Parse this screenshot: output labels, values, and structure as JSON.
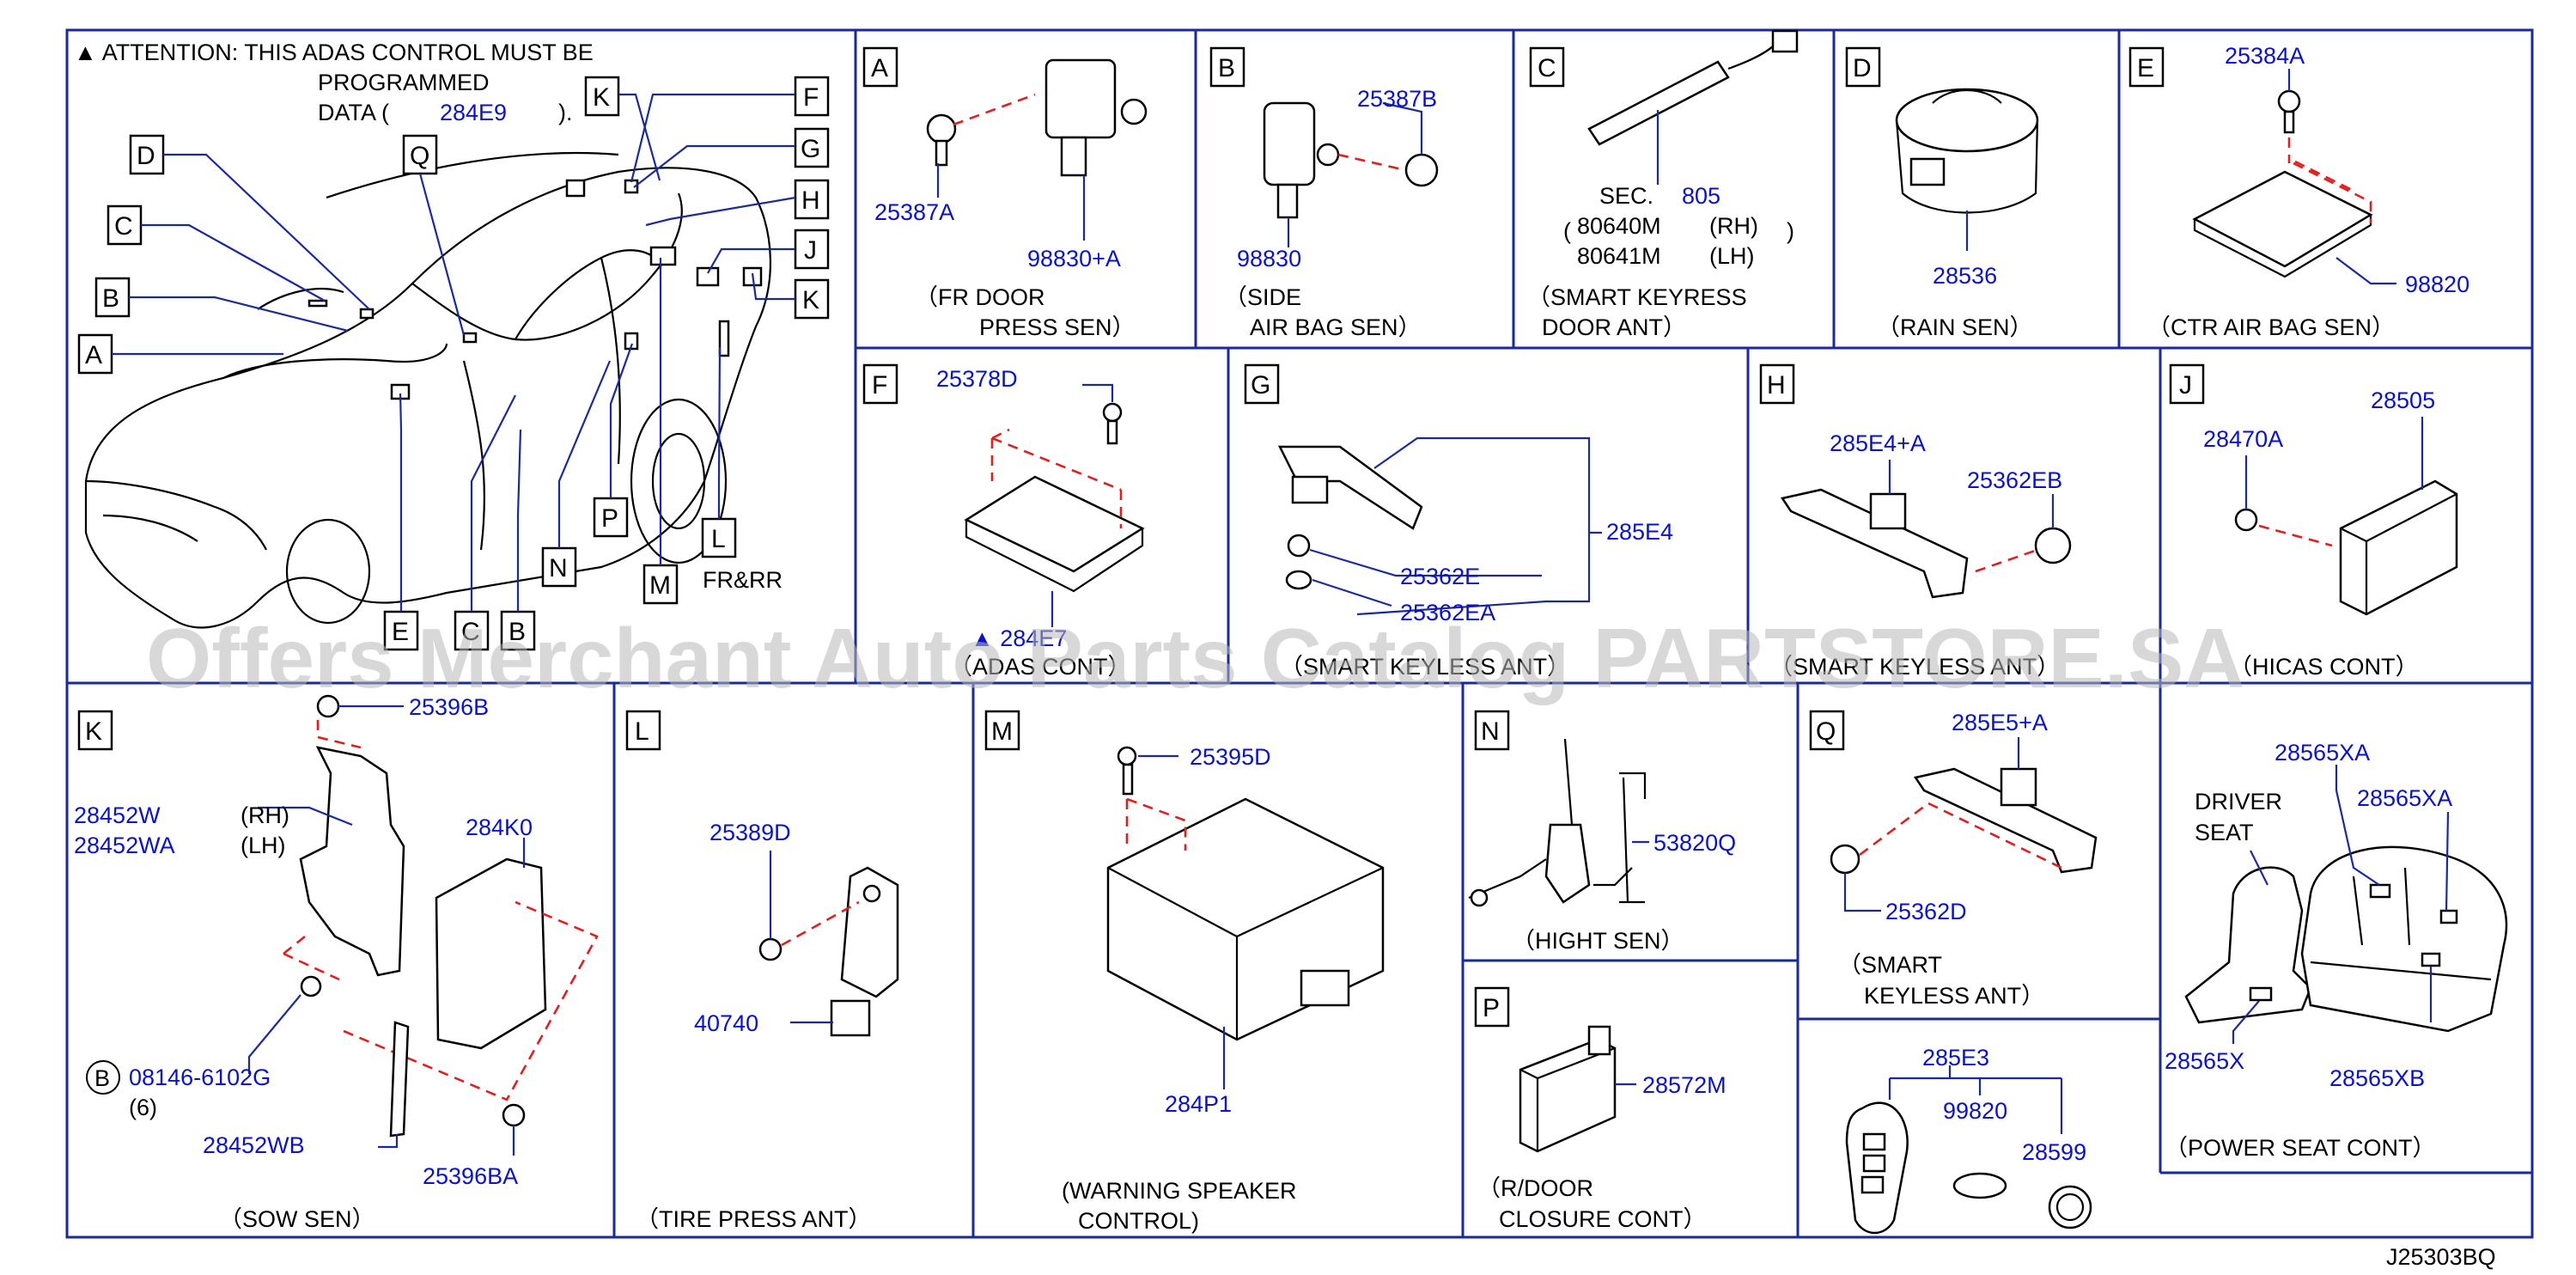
{
  "attention": {
    "line1": "▲ ATTENTION:  THIS  ADAS  CONTROL  MUST  BE",
    "line2": "PROGRAMMED",
    "line3_prefix": "DATA  (",
    "line3_code": "284E9",
    "line3_suffix": ").",
    "fr_rr": "FR&RR"
  },
  "car_callouts": [
    "K",
    "Q",
    "D",
    "C",
    "B",
    "A",
    "F",
    "G",
    "H",
    "J",
    "K",
    "P",
    "M",
    "L",
    "N",
    "E",
    "C",
    "B"
  ],
  "panels": {
    "A": {
      "letter": "A",
      "parts": [
        "25387A",
        "98830+A"
      ],
      "caption": [
        "（FR   DOOR",
        "PRESS   SEN）"
      ]
    },
    "B": {
      "letter": "B",
      "parts": [
        "25387B",
        "98830"
      ],
      "caption": [
        "（SIDE",
        "AIR   BAG   SEN）"
      ]
    },
    "C": {
      "letter": "C",
      "sec_prefix": "SEC.",
      "sec_num": "805",
      "pn_rh": "80640M",
      "pn_lh": "80641M",
      "rh": "(RH)",
      "lh": "(LH)",
      "caption": [
        "（SMART   KEYRESS",
        "DOOR   ANT）"
      ]
    },
    "D": {
      "letter": "D",
      "parts": [
        "28536"
      ],
      "caption": [
        "（RAIN   SEN）"
      ]
    },
    "E": {
      "letter": "E",
      "parts": [
        "25384A",
        "98820"
      ],
      "caption": [
        "（CTR   AIR   BAG   SEN）"
      ]
    },
    "F": {
      "letter": "F",
      "parts": [
        "25378D",
        "▲ 284E7"
      ],
      "caption": [
        "（ADAS   CONT）"
      ]
    },
    "G": {
      "letter": "G",
      "parts": [
        "285E4",
        "25362E",
        "25362EA"
      ],
      "caption": [
        "（SMART   KEYLESS   ANT）"
      ]
    },
    "H": {
      "letter": "H",
      "parts": [
        "285E4+A",
        "25362EB"
      ],
      "caption": [
        "（SMART   KEYLESS   ANT）"
      ]
    },
    "J": {
      "letter": "J",
      "parts": [
        "28505",
        "28470A"
      ],
      "caption": [
        "（HICAS   CONT）"
      ]
    },
    "K": {
      "letter": "K",
      "parts": [
        "25396B",
        "28452W",
        "28452WA",
        "284K0",
        "08146-6102G",
        "28452WB",
        "25396BA"
      ],
      "rh": "(RH)",
      "lh": "(LH)",
      "qty": "(6)",
      "bolt": "B",
      "caption": [
        "（SOW   SEN）"
      ]
    },
    "L": {
      "letter": "L",
      "parts": [
        "25389D",
        "40740"
      ],
      "caption": [
        "（TIRE   PRESS   ANT）"
      ]
    },
    "M": {
      "letter": "M",
      "parts": [
        "25395D",
        "284P1"
      ],
      "caption": [
        "(WARNING   SPEAKER",
        "CONTROL)"
      ]
    },
    "N": {
      "letter": "N",
      "parts": [
        "53820Q"
      ],
      "caption": [
        "（HIGHT   SEN）"
      ]
    },
    "P": {
      "letter": "P",
      "parts": [
        "28572M"
      ],
      "caption": [
        "（R/DOOR",
        "CLOSURE   CONT）"
      ]
    },
    "Q": {
      "letter": "Q",
      "parts": [
        "285E5+A",
        "25362D"
      ],
      "caption": [
        "（SMART",
        "KEYLESS   ANT）"
      ]
    },
    "KEY": {
      "parts": [
        "285E3",
        "99820",
        "28599"
      ]
    },
    "SEAT": {
      "parts": [
        "28565XA",
        "28565XA",
        "28565X",
        "28565XB"
      ],
      "driver": "DRIVER",
      "seat": "SEAT",
      "caption": [
        "（POWER   SEAT   CONT）"
      ]
    }
  },
  "diagram_id": "J25303BQ",
  "watermark": "Offers Merchant Auto Parts Catalog PARTSTORE.SA",
  "colors": {
    "frame": "#1a2a9a",
    "part_number": "#0a12c8",
    "dashed": "#e02020",
    "watermark": "#b8b8b8"
  }
}
